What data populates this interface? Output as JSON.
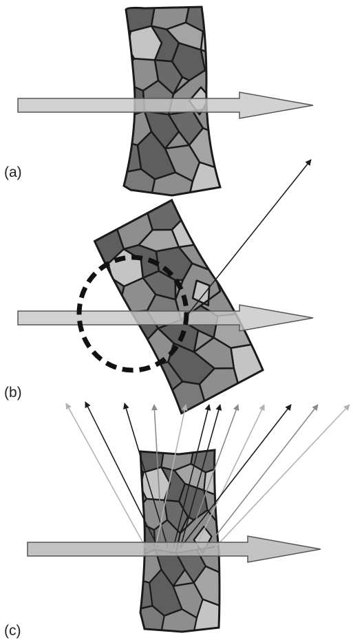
{
  "panels": [
    {
      "id": "a",
      "label": "(a)"
    },
    {
      "id": "b",
      "label": "(b)"
    },
    {
      "id": "c",
      "label": "(c)"
    }
  ],
  "colors": {
    "cell_light": "#c4c4c4",
    "cell_mid": "#8e8e8e",
    "cell_dark": "#5e5e5e",
    "cell_border": "#1a1a1a",
    "beam_fill": "#c8c8c8",
    "beam_stroke": "#555555",
    "ray_dark": "#1c1c1c",
    "ray_gray": "#8a8a8a",
    "ray_light": "#b2b2b2",
    "debye_ring": "#111111"
  },
  "icons": {
    "incident_beam": "wide-arrow-right",
    "diffracted_ray": "thin-arrow",
    "debye_ring": "dashed-circle"
  }
}
